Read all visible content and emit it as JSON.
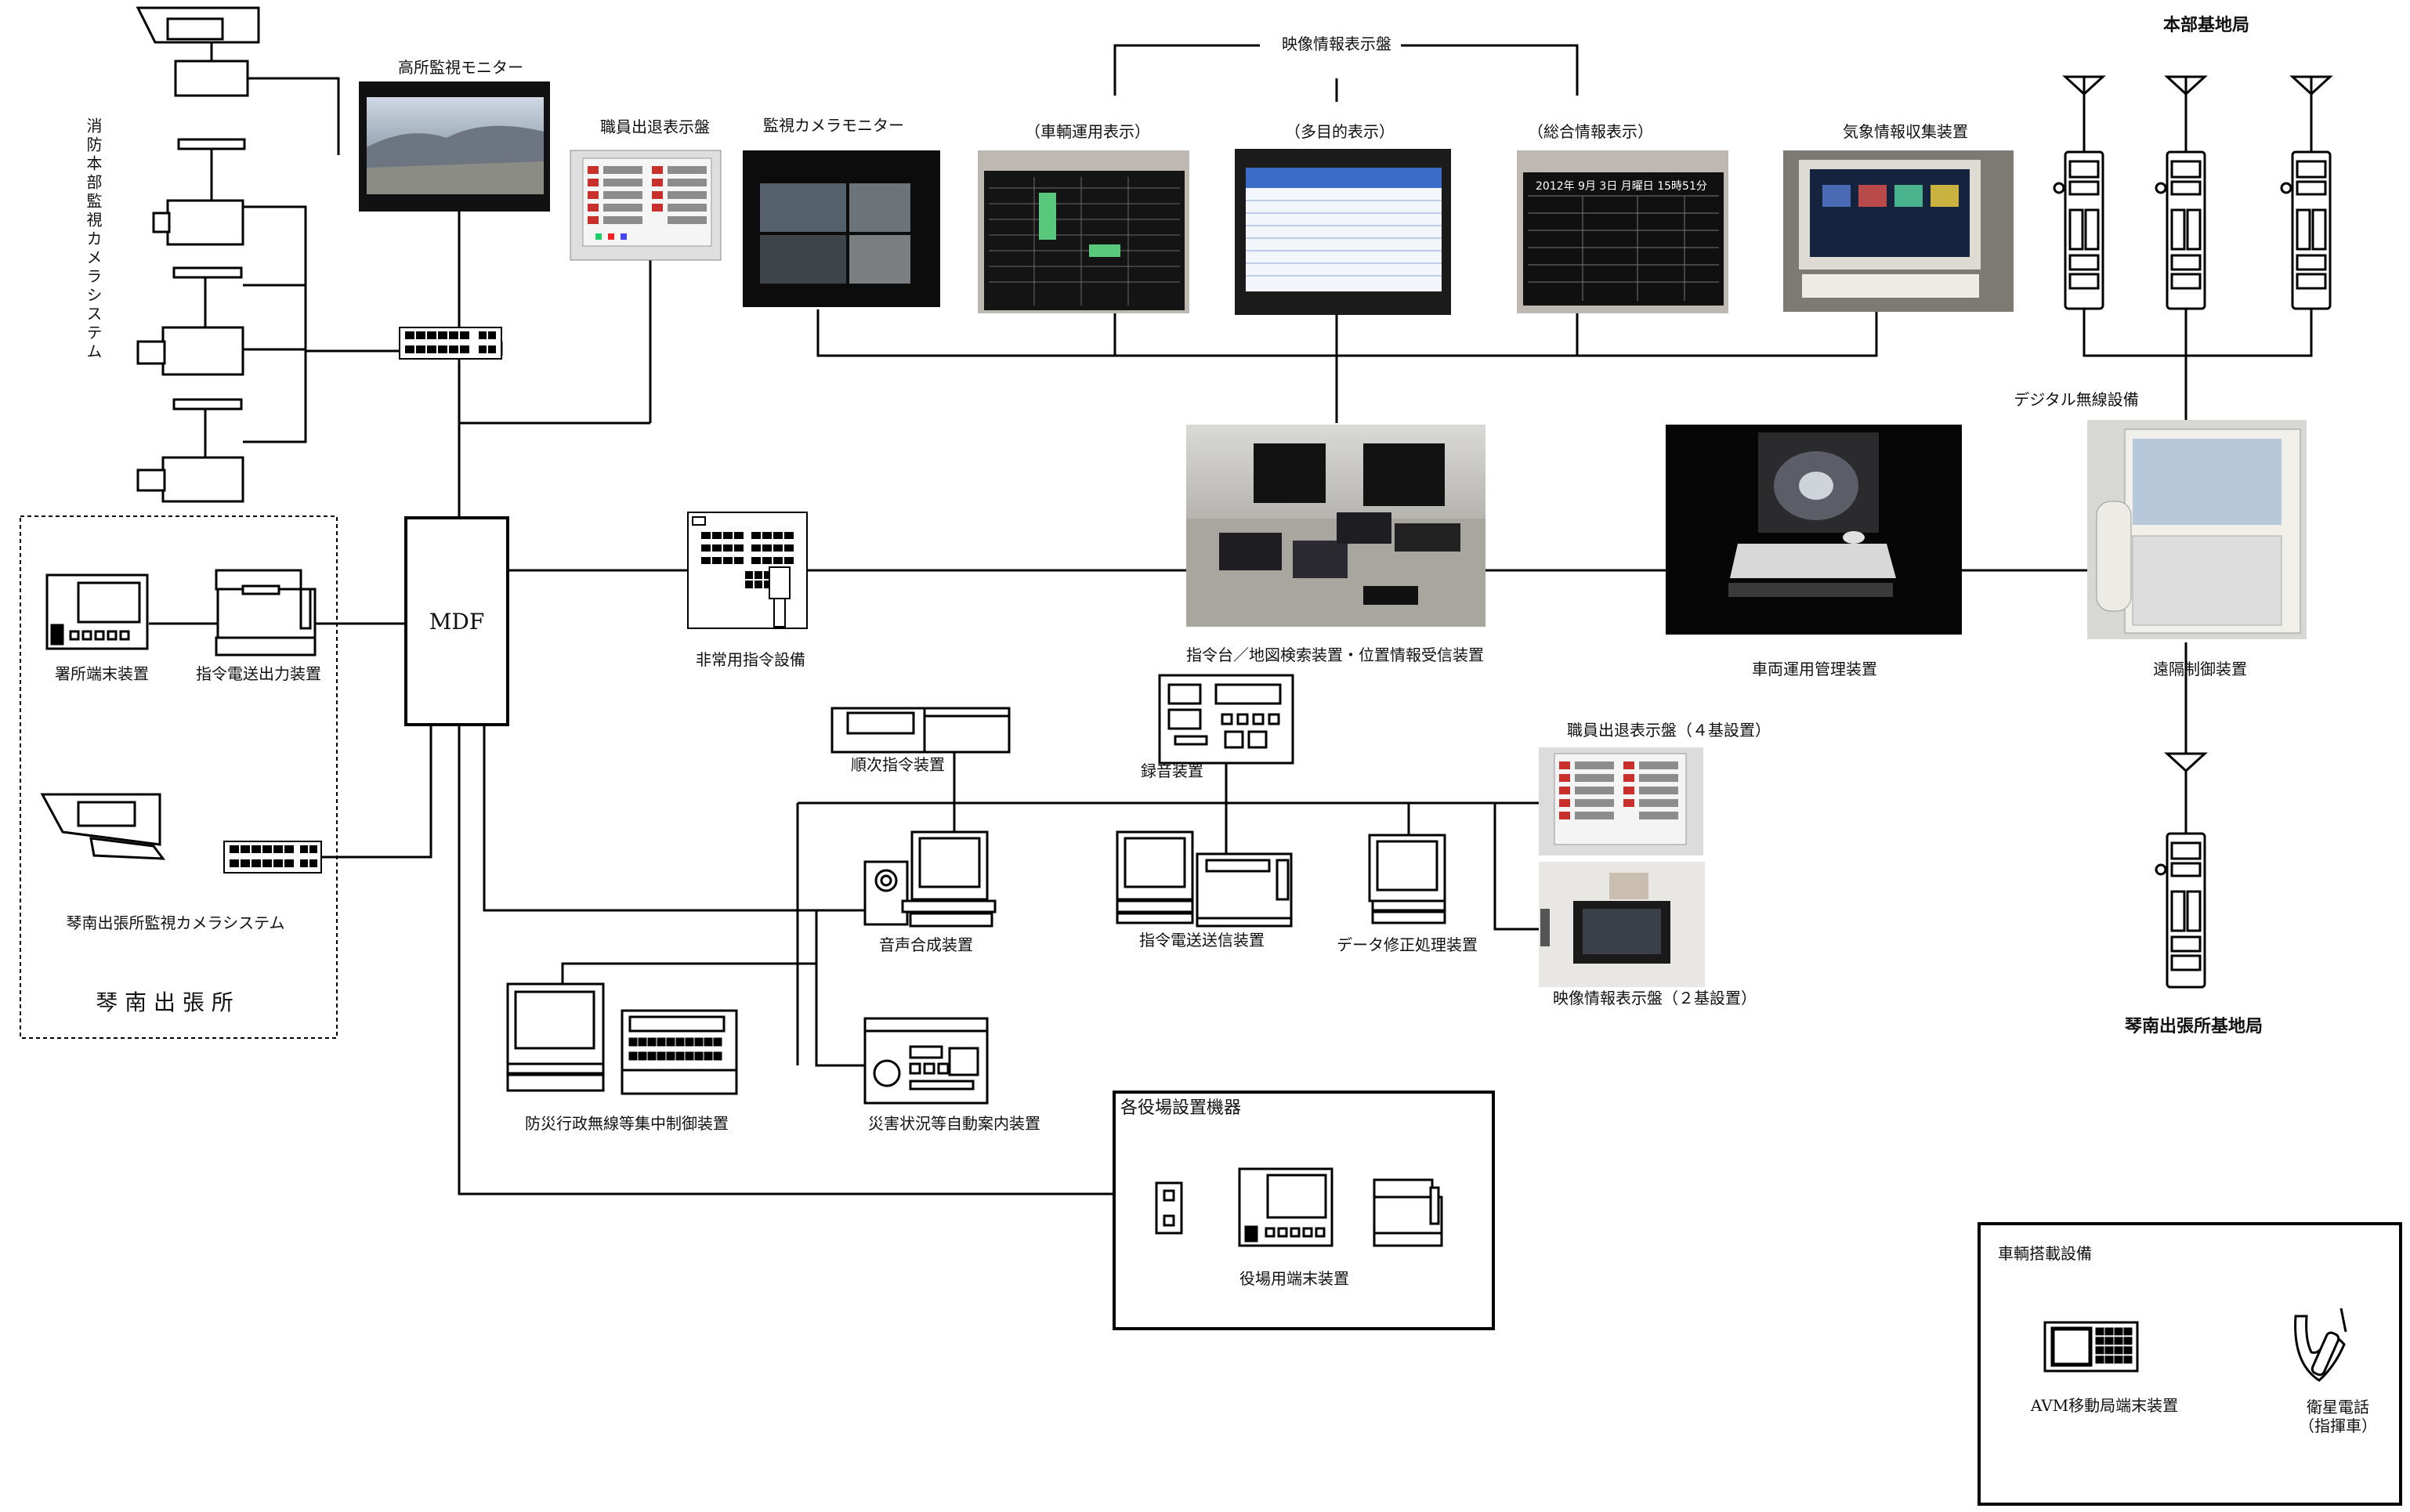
{
  "hq_base": {
    "title": "本部基地局"
  },
  "kinan_base": {
    "title": "琴南出張所基地局"
  },
  "video_display_group": {
    "title": "映像情報表示盤"
  },
  "fire_hq_camera": {
    "title": "消防本部監視カメラシステム"
  },
  "high_monitor": {
    "label": "高所監視モニター"
  },
  "staff_board": {
    "label": "職員出退表示盤"
  },
  "camera_monitor": {
    "label": "監視カメラモニター"
  },
  "vehicle_display": {
    "label": "（車輌運用表示）"
  },
  "multi_display": {
    "label": "（多目的表示）"
  },
  "general_display": {
    "label": "（総合情報表示）"
  },
  "weather": {
    "label": "気象情報収集装置"
  },
  "digital_radio": {
    "label": "デジタル無線設備"
  },
  "mdf": {
    "label": "MDF"
  },
  "emergency_command": {
    "label": "非常用指令設備"
  },
  "command_desk": {
    "label": "指令台／地図検索装置・位置情報受信装置"
  },
  "vehicle_mgmt": {
    "label": "車両運用管理装置"
  },
  "remote_control": {
    "label": "遠隔制御装置"
  },
  "kinan_office": {
    "title": "琴 南 出 張 所",
    "station_terminal": "署所端末装置",
    "command_printer": "指令電送出力装置",
    "camera_system": "琴南出張所監視カメラシステム"
  },
  "sequential_command": {
    "label": "順次指令装置"
  },
  "recorder": {
    "label": "録音装置"
  },
  "staff_board4": {
    "label": "職員出退表示盤（４基設置）"
  },
  "video_display2": {
    "label": "映像情報表示盤（２基設置）"
  },
  "voice_synth": {
    "label": "音声合成装置"
  },
  "command_fax": {
    "label": "指令電送送信装置"
  },
  "data_fix": {
    "label": "データ修正処理装置"
  },
  "disaster_radio": {
    "label": "防災行政無線等集中制御装置"
  },
  "disaster_guide": {
    "label": "災害状況等自動案内装置"
  },
  "town_office": {
    "title": "各役場設置機器",
    "terminal": "役場用端末装置"
  },
  "vehicle_equipment": {
    "title": "車輌搭載設備",
    "avm": "AVM移動局端末装置",
    "sat_phone": "衛星電話",
    "sat_phone_sub": "（指揮車）"
  },
  "colors": {
    "line": "#000000",
    "screen_dark": "#111111",
    "panel": "#eeeeee"
  }
}
